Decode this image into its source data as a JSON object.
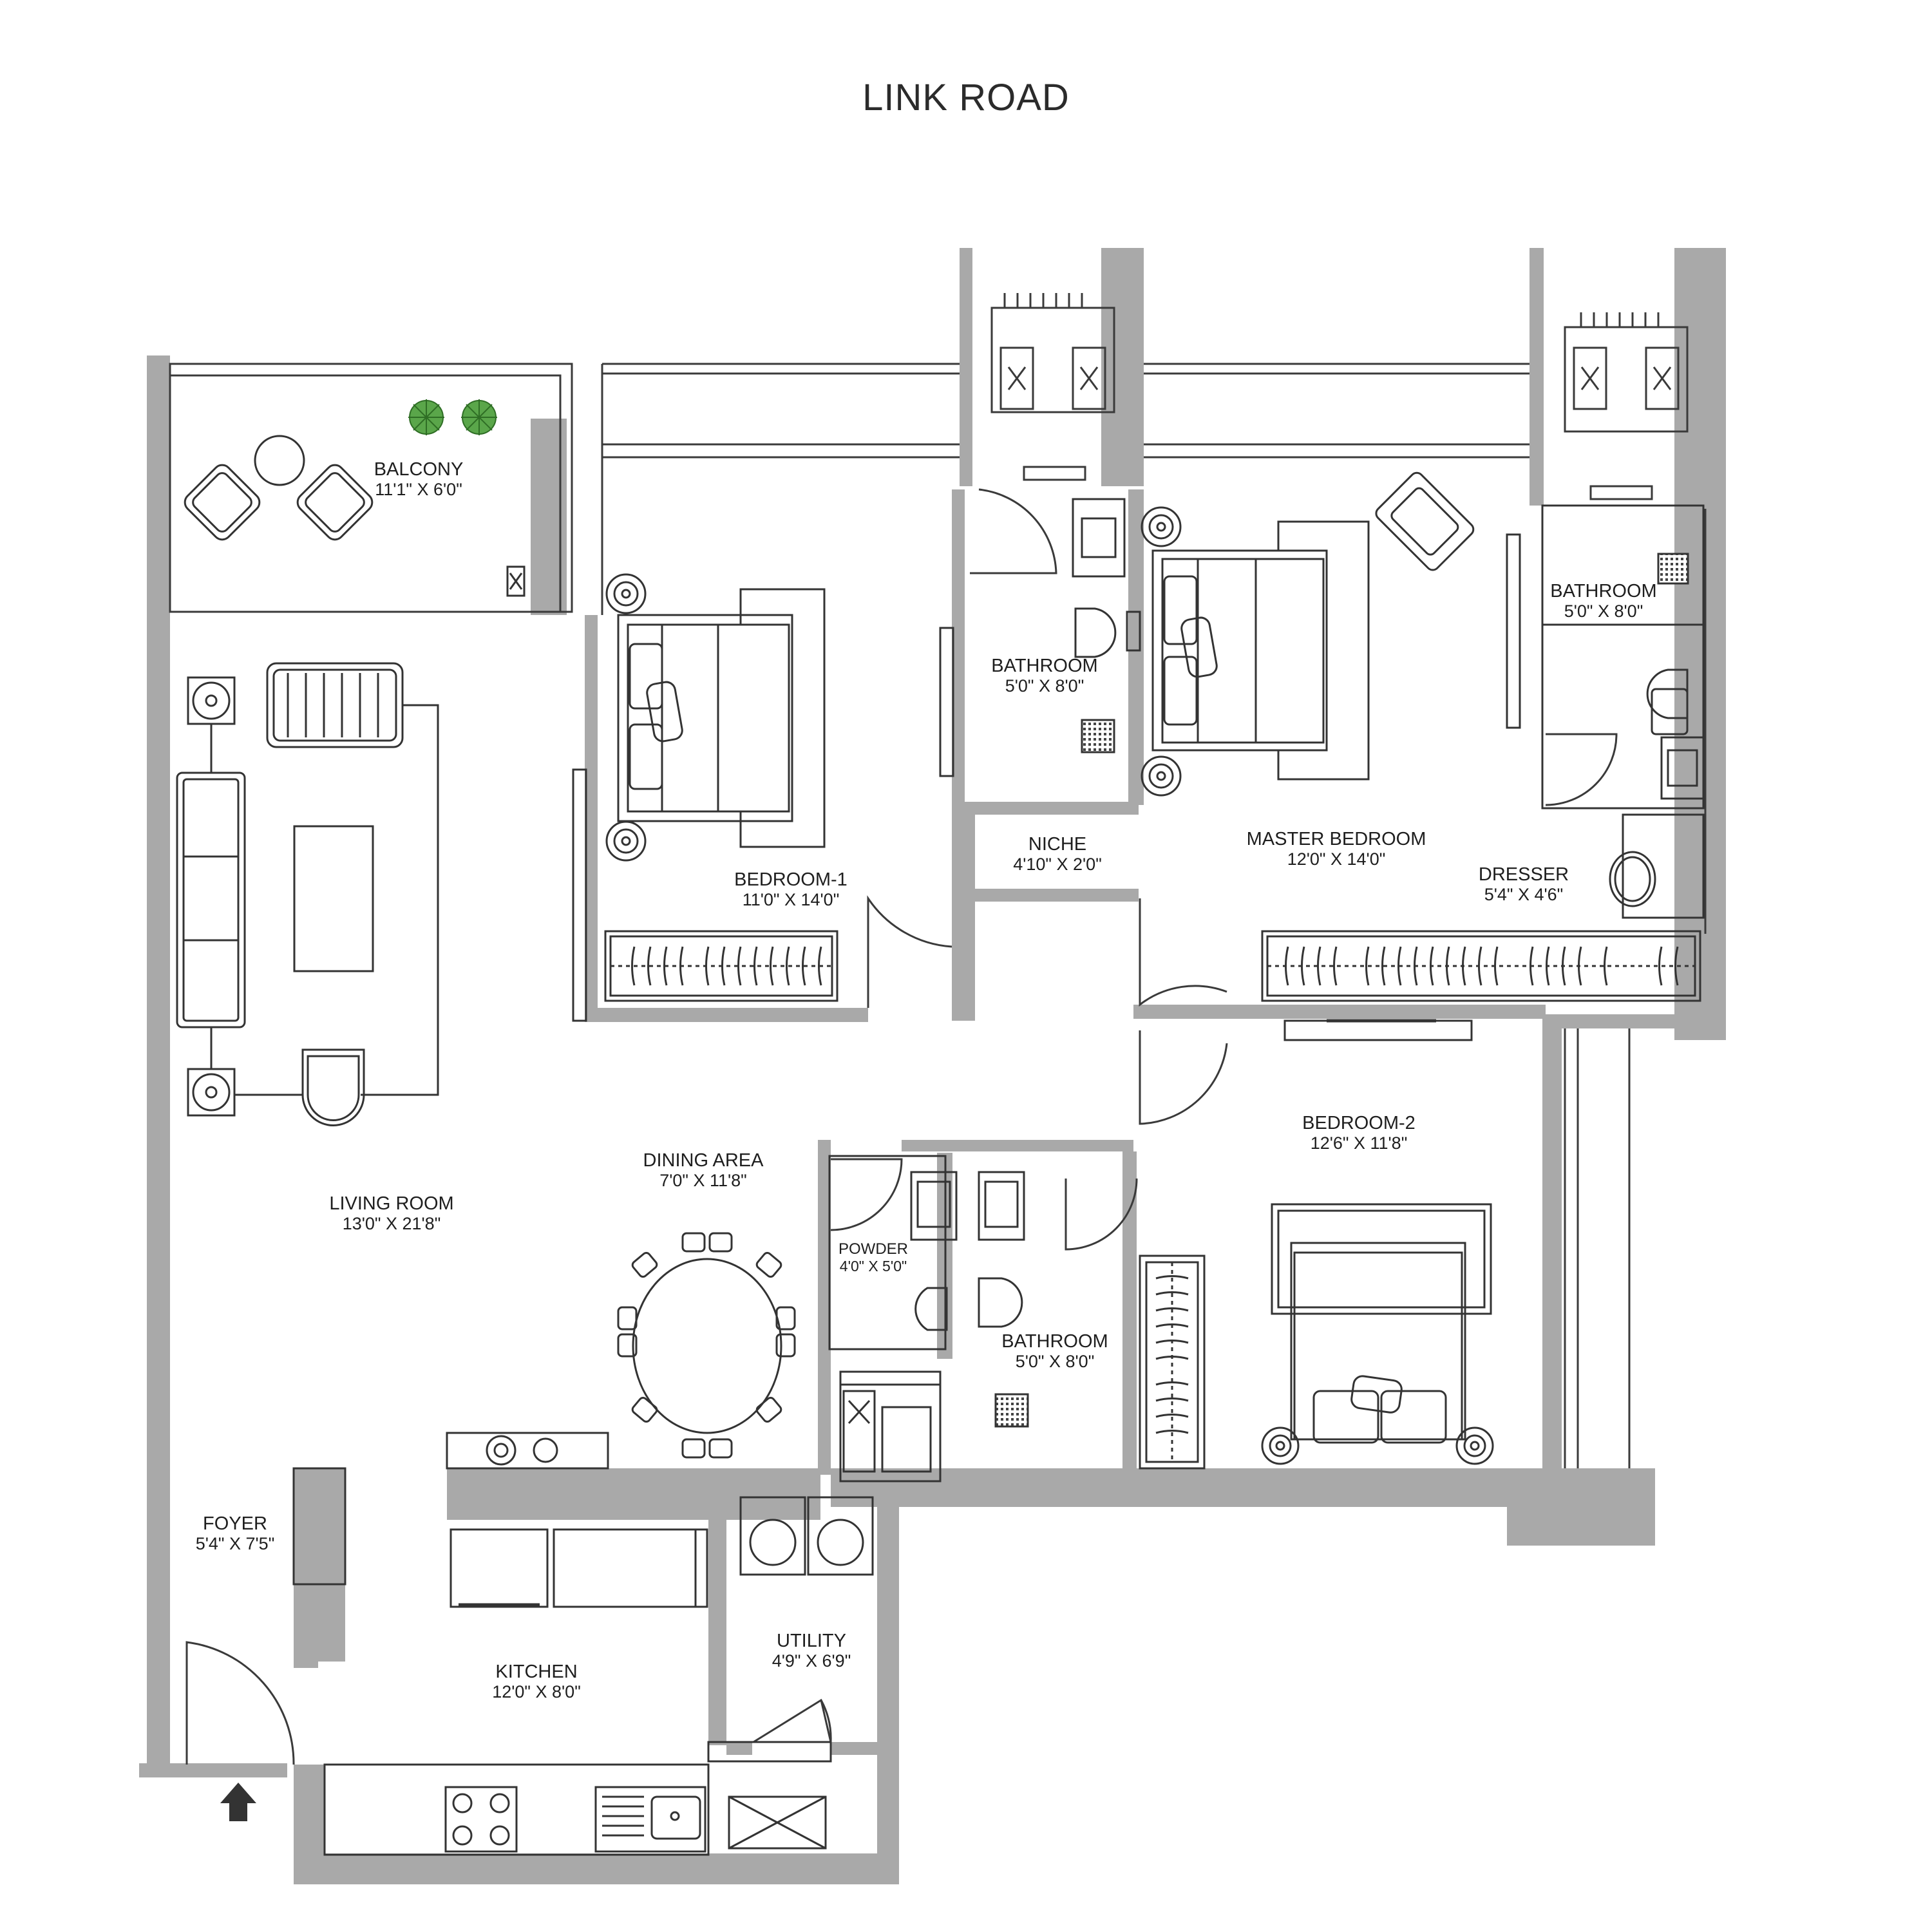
{
  "road": "LINK ROAD",
  "colors": {
    "wall": "#a9a9a9",
    "line": "#3a3a3a",
    "plant": "#5aa64a",
    "background": "#ffffff"
  },
  "rooms": [
    {
      "id": "balcony",
      "name": "BALCONY",
      "dims": "11'1\" X 6'0\""
    },
    {
      "id": "bedroom-1",
      "name": "BEDROOM-1",
      "dims": "11'0\" X 14'0\""
    },
    {
      "id": "bathroom-center",
      "name": "BATHROOM",
      "dims": "5'0\" X 8'0\""
    },
    {
      "id": "niche",
      "name": "NICHE",
      "dims": "4'10\" X 2'0\""
    },
    {
      "id": "master-bedroom",
      "name": "MASTER BEDROOM",
      "dims": "12'0\" X 14'0\""
    },
    {
      "id": "bathroom-master",
      "name": "BATHROOM",
      "dims": "5'0\" X 8'0\""
    },
    {
      "id": "dresser",
      "name": "DRESSER",
      "dims": "5'4\" X 4'6\""
    },
    {
      "id": "living-room",
      "name": "LIVING ROOM",
      "dims": "13'0\" X 21'8\""
    },
    {
      "id": "dining-area",
      "name": "DINING AREA",
      "dims": "7'0\" X 11'8\""
    },
    {
      "id": "powder",
      "name": "POWDER",
      "dims": "4'0\" X 5'0\""
    },
    {
      "id": "bathroom-lower",
      "name": "BATHROOM",
      "dims": "5'0\" X 8'0\""
    },
    {
      "id": "bedroom-2",
      "name": "BEDROOM-2",
      "dims": "12'6\" X 11'8\""
    },
    {
      "id": "foyer",
      "name": "FOYER",
      "dims": "5'4\" X 7'5\""
    },
    {
      "id": "kitchen",
      "name": "KITCHEN",
      "dims": "12'0\" X 8'0\""
    },
    {
      "id": "utility",
      "name": "UTILITY",
      "dims": "4'9\" X 6'9\""
    }
  ]
}
